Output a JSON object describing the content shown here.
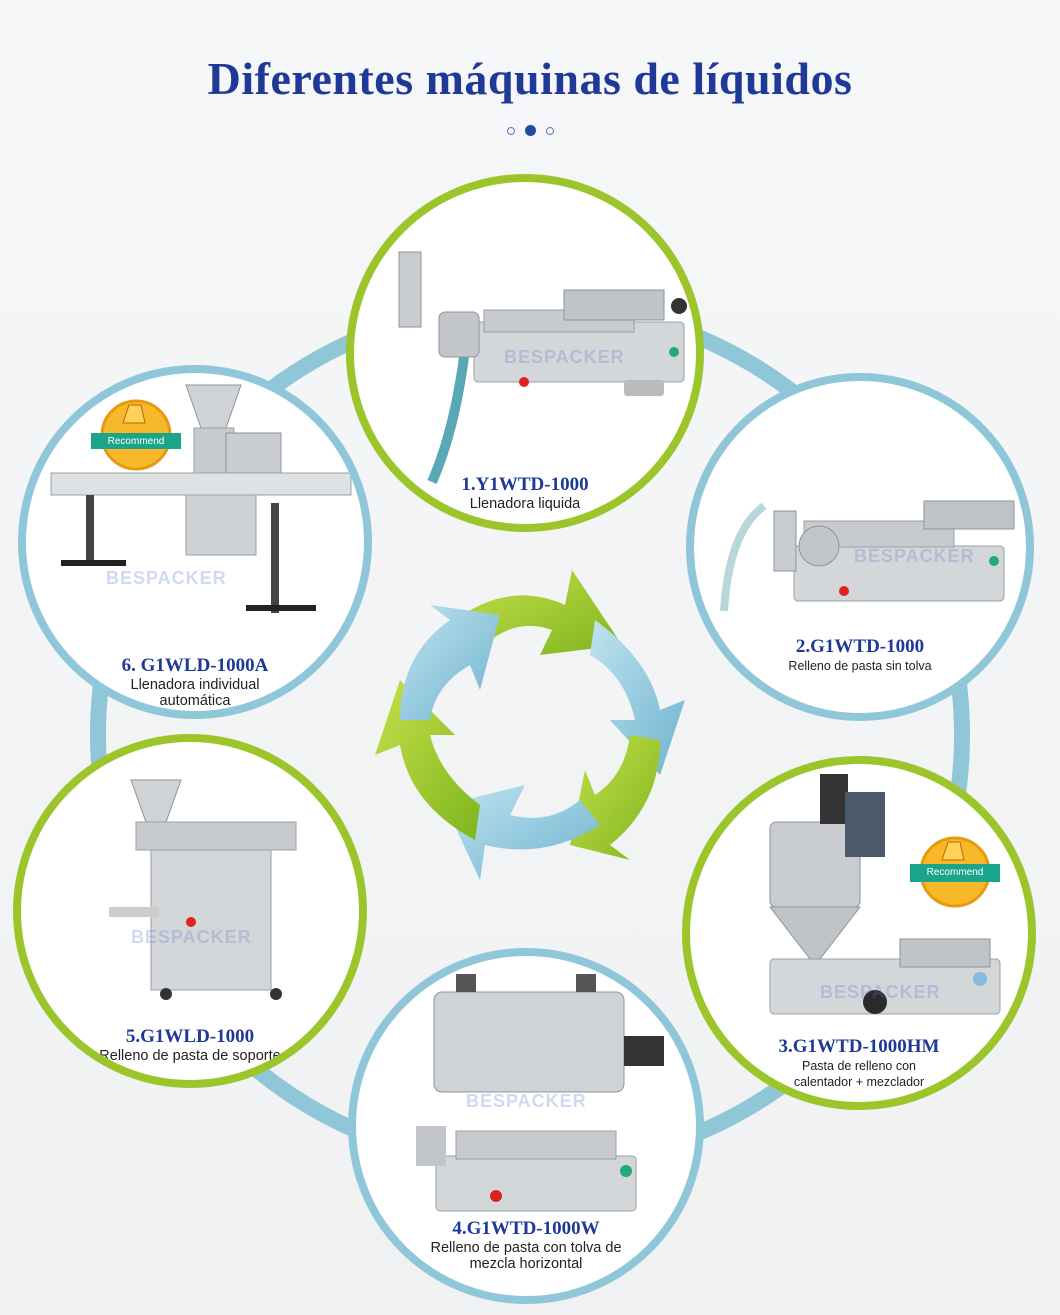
{
  "title": "Diferentes máquinas de líquidos",
  "carousel": {
    "count": 3,
    "active": 1
  },
  "colors": {
    "title": "#1e3a96",
    "ring_green": "#9cc52c",
    "ring_blue": "#8fc7d8"
  },
  "watermark": "BESPACKER",
  "recommend_label": "Recommend",
  "machines": [
    {
      "model": "1.Y1WTD-1000",
      "description": "Llenadora liquida"
    },
    {
      "model": "2.G1WTD-1000",
      "description": "Relleno de pasta sin tolva"
    },
    {
      "model": "3.G1WTD-1000HM",
      "description_line1": "Pasta de relleno con",
      "description_line2": "calentador + mezclador"
    },
    {
      "model": "4.G1WTD-1000W",
      "description_line1": "Relleno de pasta con tolva de",
      "description_line2": "mezcla horizontal"
    },
    {
      "model": "5.G1WLD-1000",
      "description": "Relleno de pasta de soporte"
    },
    {
      "model": "6. G1WLD-1000A",
      "description_line1": "Llenadora individual",
      "description_line2": "automática"
    }
  ]
}
